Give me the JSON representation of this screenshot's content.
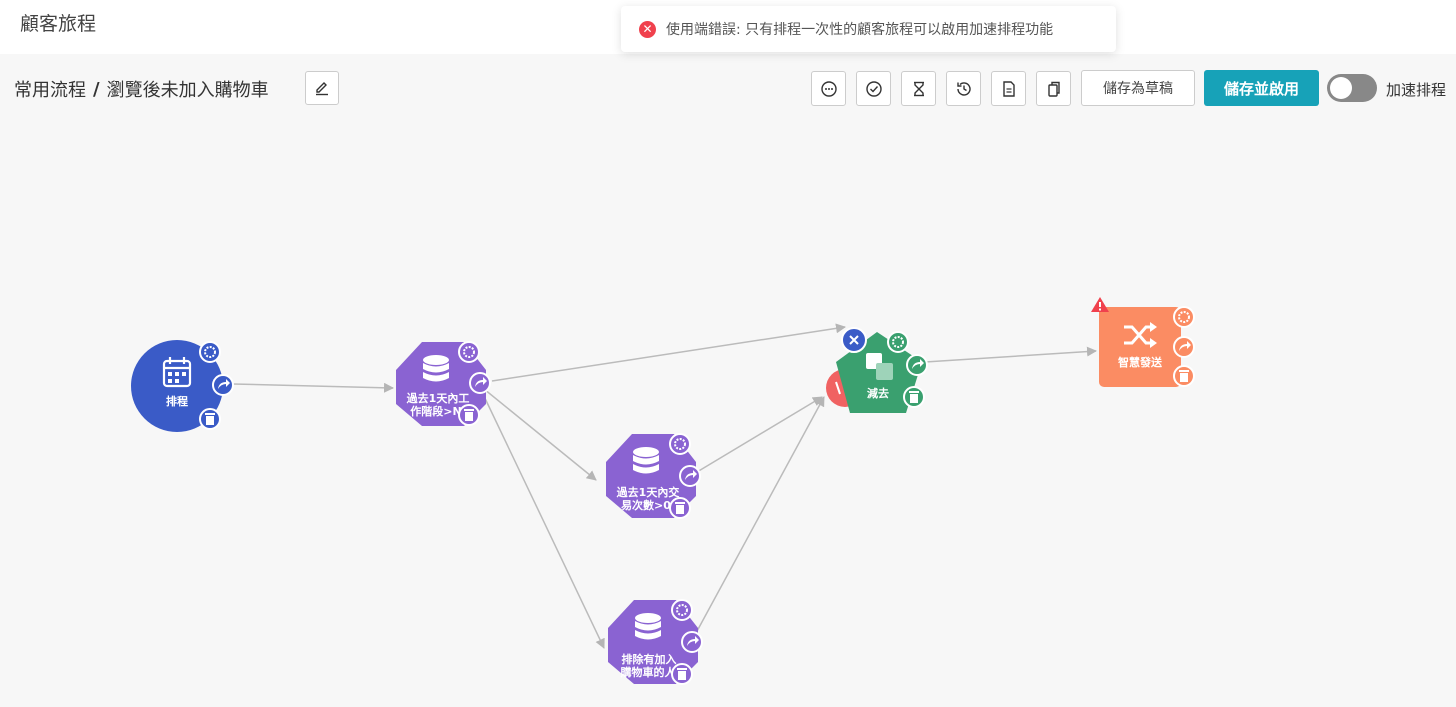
{
  "app": {
    "title": "顧客旅程"
  },
  "toast": {
    "icon": "close-circle-icon",
    "message": "使用端錯誤: 只有排程一次性的顧客旅程可以啟用加速排程功能"
  },
  "breadcrumb": {
    "parent": "常用流程",
    "separator": "/",
    "current": "瀏覽後未加入購物車"
  },
  "toolbar": {
    "draft_label": "儲存為草稿",
    "save_label": "儲存並啟用",
    "toggle_label": "加速排程",
    "toggle_on": false
  },
  "nodes": {
    "schedule": {
      "label": "排程",
      "icon": "calendar-icon"
    },
    "query1": {
      "line1": "過去1天內工",
      "line2": "作階段>N",
      "icon": "database-icon"
    },
    "query2": {
      "line1": "過去1天內交",
      "line2": "易次數>0",
      "icon": "database-icon"
    },
    "query3": {
      "line1": "排除有加入",
      "line2": "購物車的人",
      "icon": "database-icon"
    },
    "subtract": {
      "label": "減去",
      "icon": "subtract-icon"
    },
    "smartsend": {
      "label": "智慧發送",
      "icon": "shuffle-icon"
    }
  },
  "colors": {
    "schedule": "#3a5bc7",
    "query": "#8a63d2",
    "subtract": "#3aa06f",
    "smartsend": "#fb8c63",
    "accent": "#17a2b8",
    "error": "#f0414d"
  }
}
